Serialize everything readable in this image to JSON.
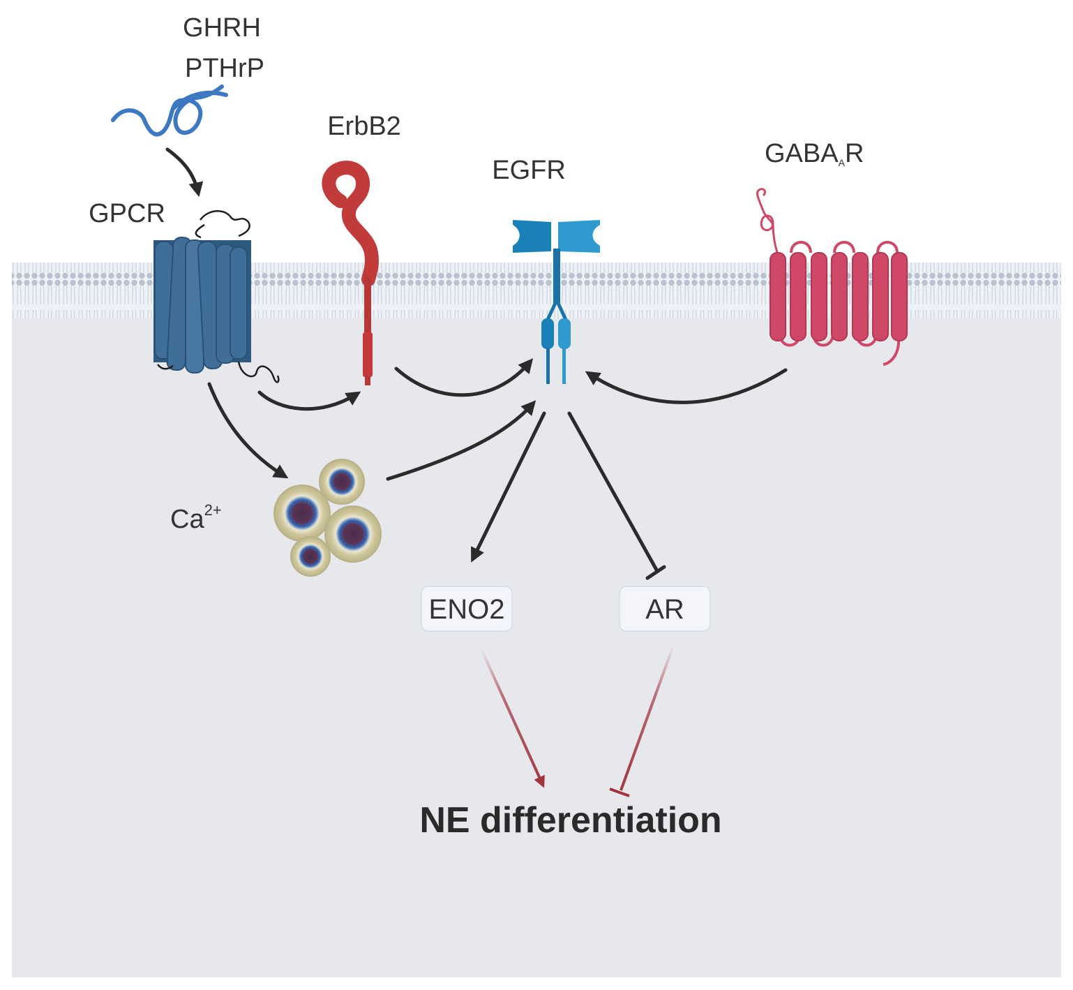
{
  "ligands": {
    "line1": "GHRH",
    "line2": "PTHrP"
  },
  "receptors": {
    "gpcr": "GPCR",
    "erbb2": "ErbB2",
    "egfr": "EGFR",
    "gaba_main": "GABA",
    "gaba_sub": "A",
    "gaba_tail": "R"
  },
  "calcium": {
    "base": "Ca",
    "charge": "2+"
  },
  "targets": {
    "eno2": "ENO2",
    "ar": "AR"
  },
  "outcome": "NE differentiation",
  "colors": {
    "background": "#e7e8ec",
    "membrane": "#b9c4d2",
    "gpcr": "#3f6f98",
    "erbb2": "#c23b3b",
    "egfr": "#1a80b8",
    "gaba": "#cf4868",
    "ligand": "#3d78c2",
    "arrow": "#2b2b2b",
    "inhibit_red": "#a3343e"
  },
  "icons": [
    "ligand-peptide-icon",
    "gpcr-icon",
    "erbb2-icon",
    "egfr-icon",
    "gabaar-icon",
    "calcium-vesicles-icon"
  ]
}
